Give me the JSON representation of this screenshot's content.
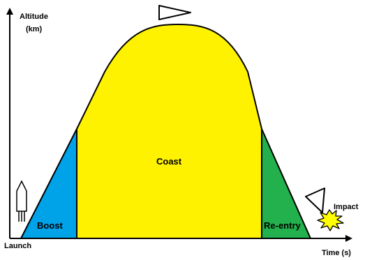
{
  "axes": {
    "y_label_line1": "Altitude",
    "y_label_line2": "(km)",
    "x_label": "Time (s)"
  },
  "phases": {
    "boost": "Boost",
    "coast": "Coast",
    "reentry": "Re-entry"
  },
  "events": {
    "launch": "Launch",
    "impact": "Impact"
  },
  "colors": {
    "boost": "#00a2e8",
    "coast": "#fff200",
    "reentry": "#22b14c",
    "impact_flash": "#ffff00",
    "outline": "#000000"
  }
}
